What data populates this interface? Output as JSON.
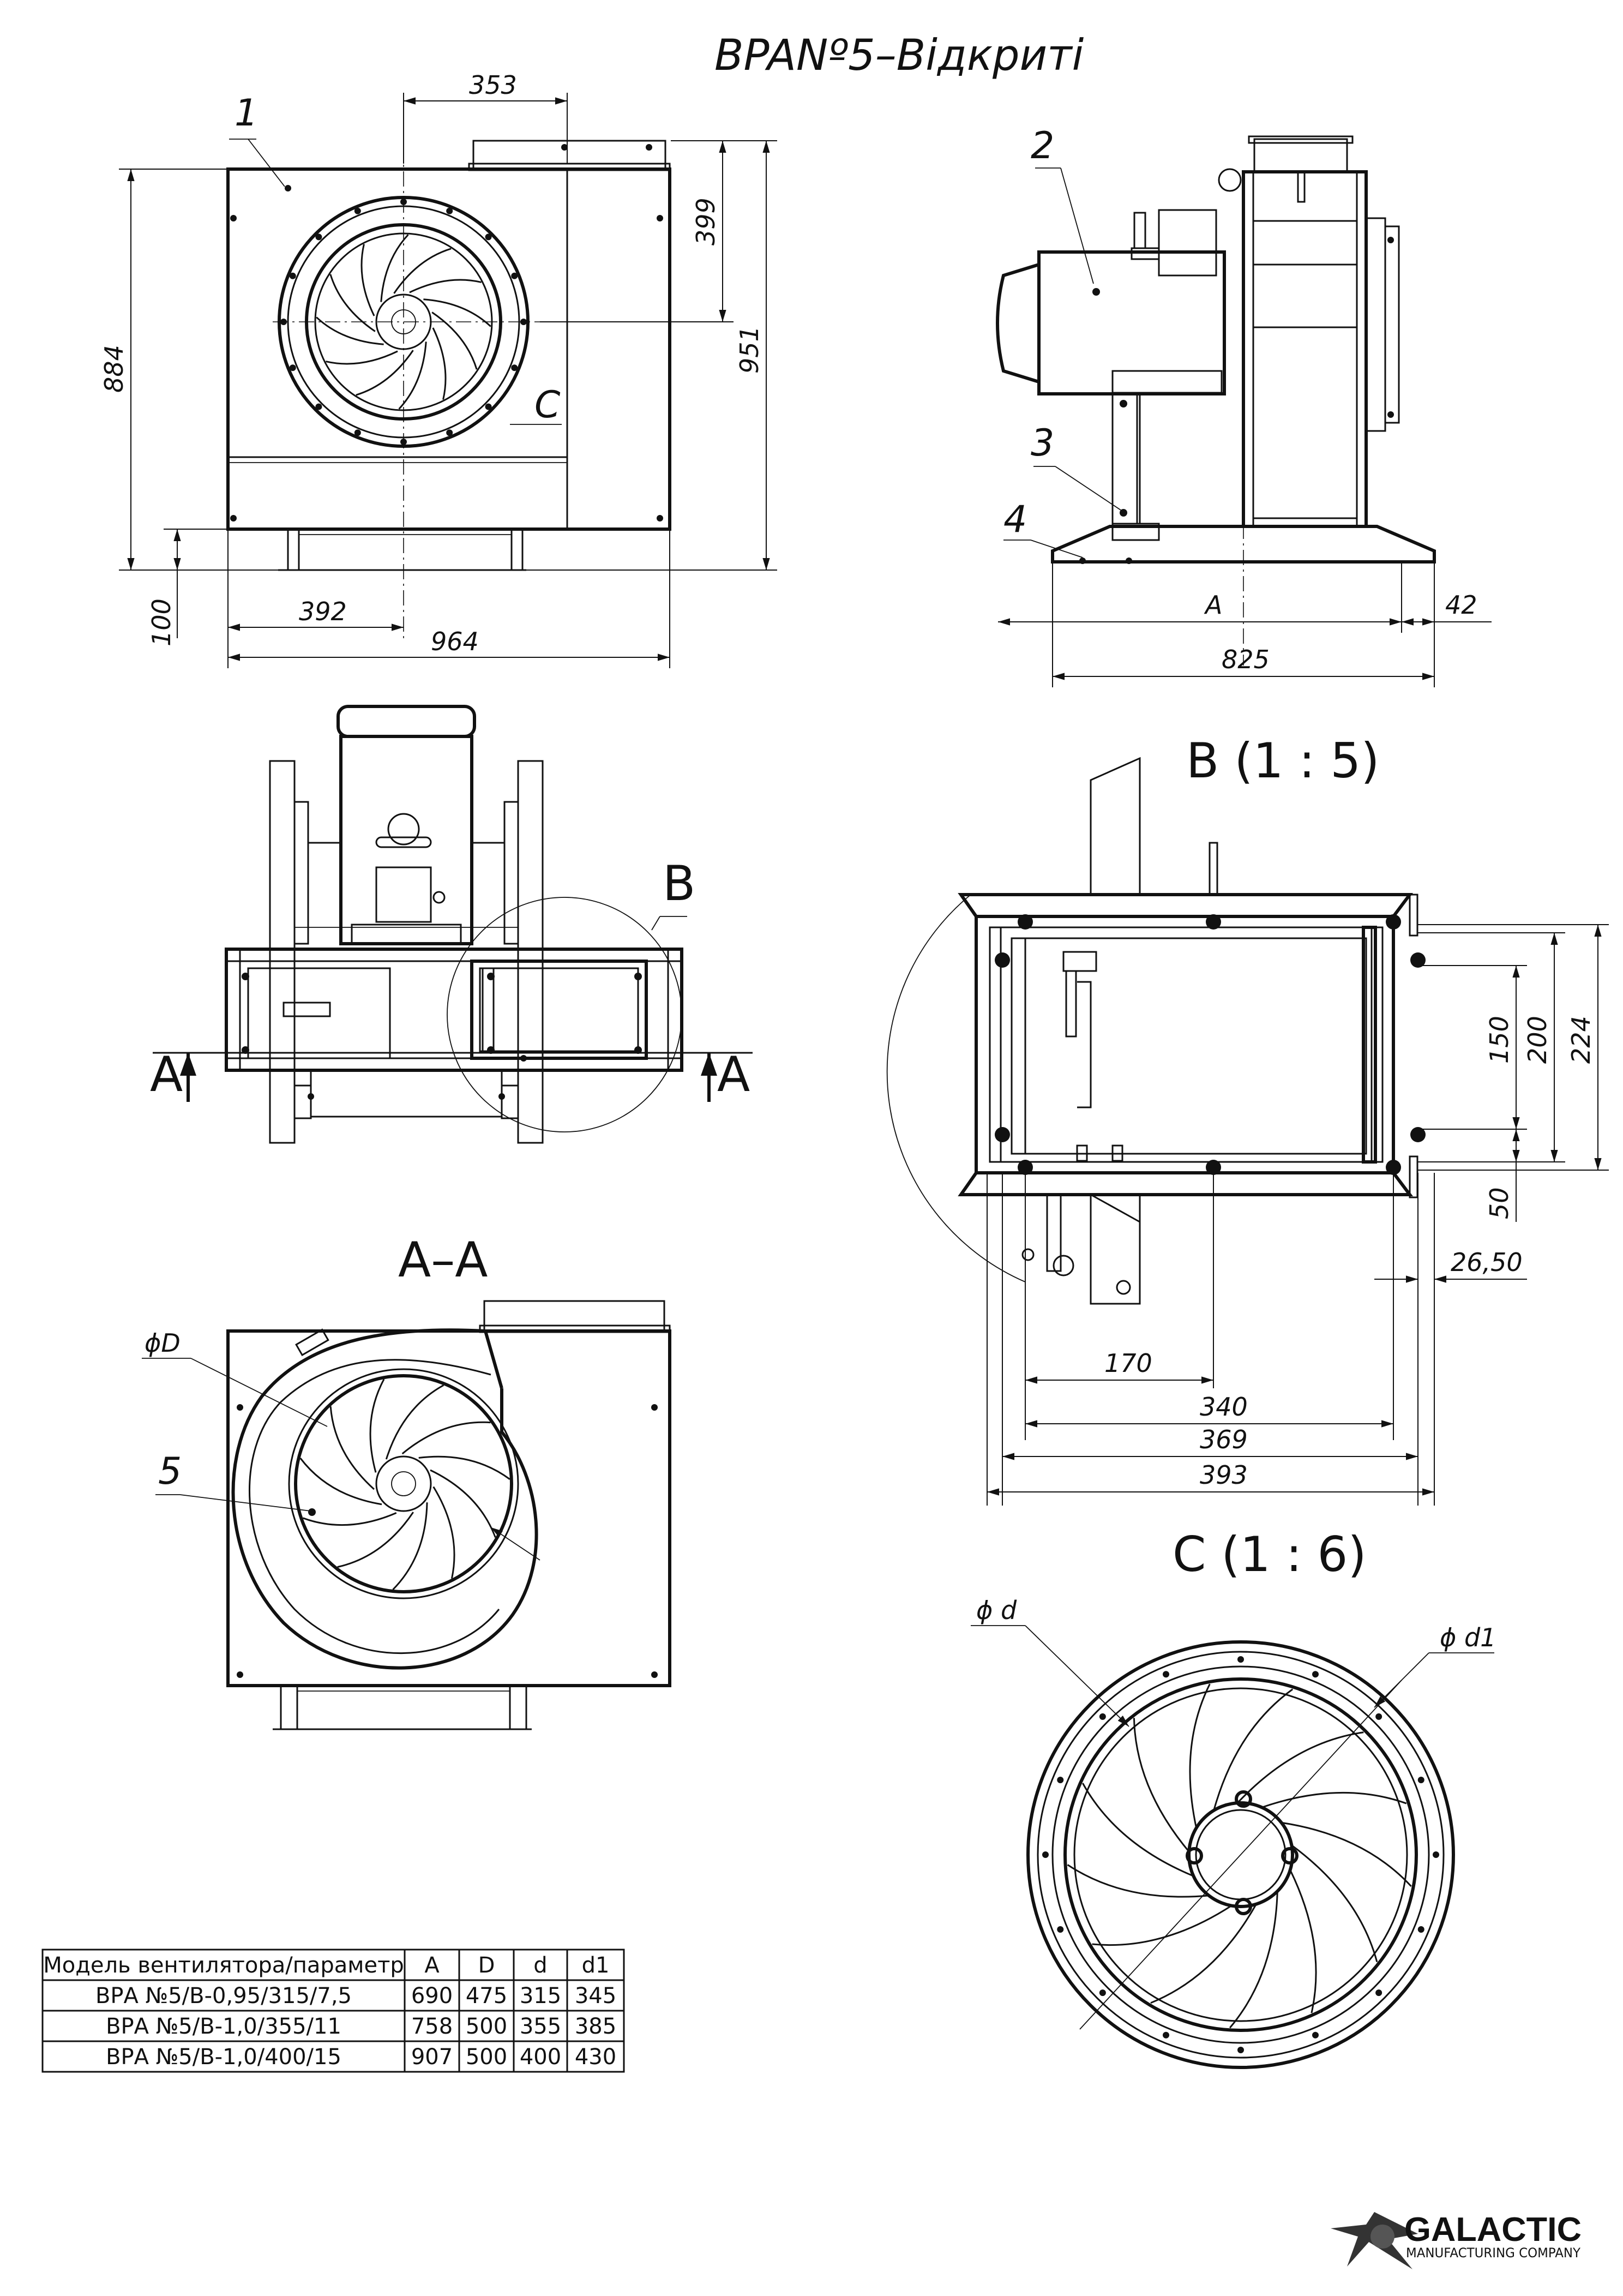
{
  "title": "BPANº5–Bідкриті",
  "parts": [
    "1",
    "2",
    "3",
    "4",
    "5"
  ],
  "view_labels": {
    "section": "A–A",
    "detail_b": "B (1 : 5)",
    "detail_c": "C (1 : 6)",
    "callout_b": "B",
    "callout_c": "C",
    "cut_a": "A"
  },
  "front_view": {
    "dim_353": "353",
    "dim_399": "399",
    "dim_884": "884",
    "dim_951": "951",
    "dim_100": "100",
    "dim_392": "392",
    "dim_964": "964"
  },
  "side_view": {
    "dim_a": "A",
    "dim_42": "42",
    "dim_825": "825"
  },
  "section_view": {
    "dia_D": "ϕD"
  },
  "detail_b": {
    "dim_150": "150",
    "dim_200": "200",
    "dim_224": "224",
    "dim_50": "50",
    "dim_26_50": "26,50",
    "dim_170": "170",
    "dim_340": "340",
    "dim_369": "369",
    "dim_393": "393"
  },
  "detail_c": {
    "dia_d": "ϕ d",
    "dia_d1": "ϕ d1"
  },
  "param_table": {
    "headers": [
      "Модель вентилятора/параметр",
      "A",
      "D",
      "d",
      "d1"
    ],
    "rows": [
      [
        "ВРА №5/В-0,95/315/7,5",
        "690",
        "475",
        "315",
        "345"
      ],
      [
        "ВРА №5/В-1,0/355/11",
        "758",
        "500",
        "355",
        "385"
      ],
      [
        "ВРА №5/В-1,0/400/15",
        "907",
        "500",
        "400",
        "430"
      ]
    ]
  },
  "logo": {
    "name": "GALACTIC",
    "tagline": "MANUFACTURING COMPANY"
  }
}
